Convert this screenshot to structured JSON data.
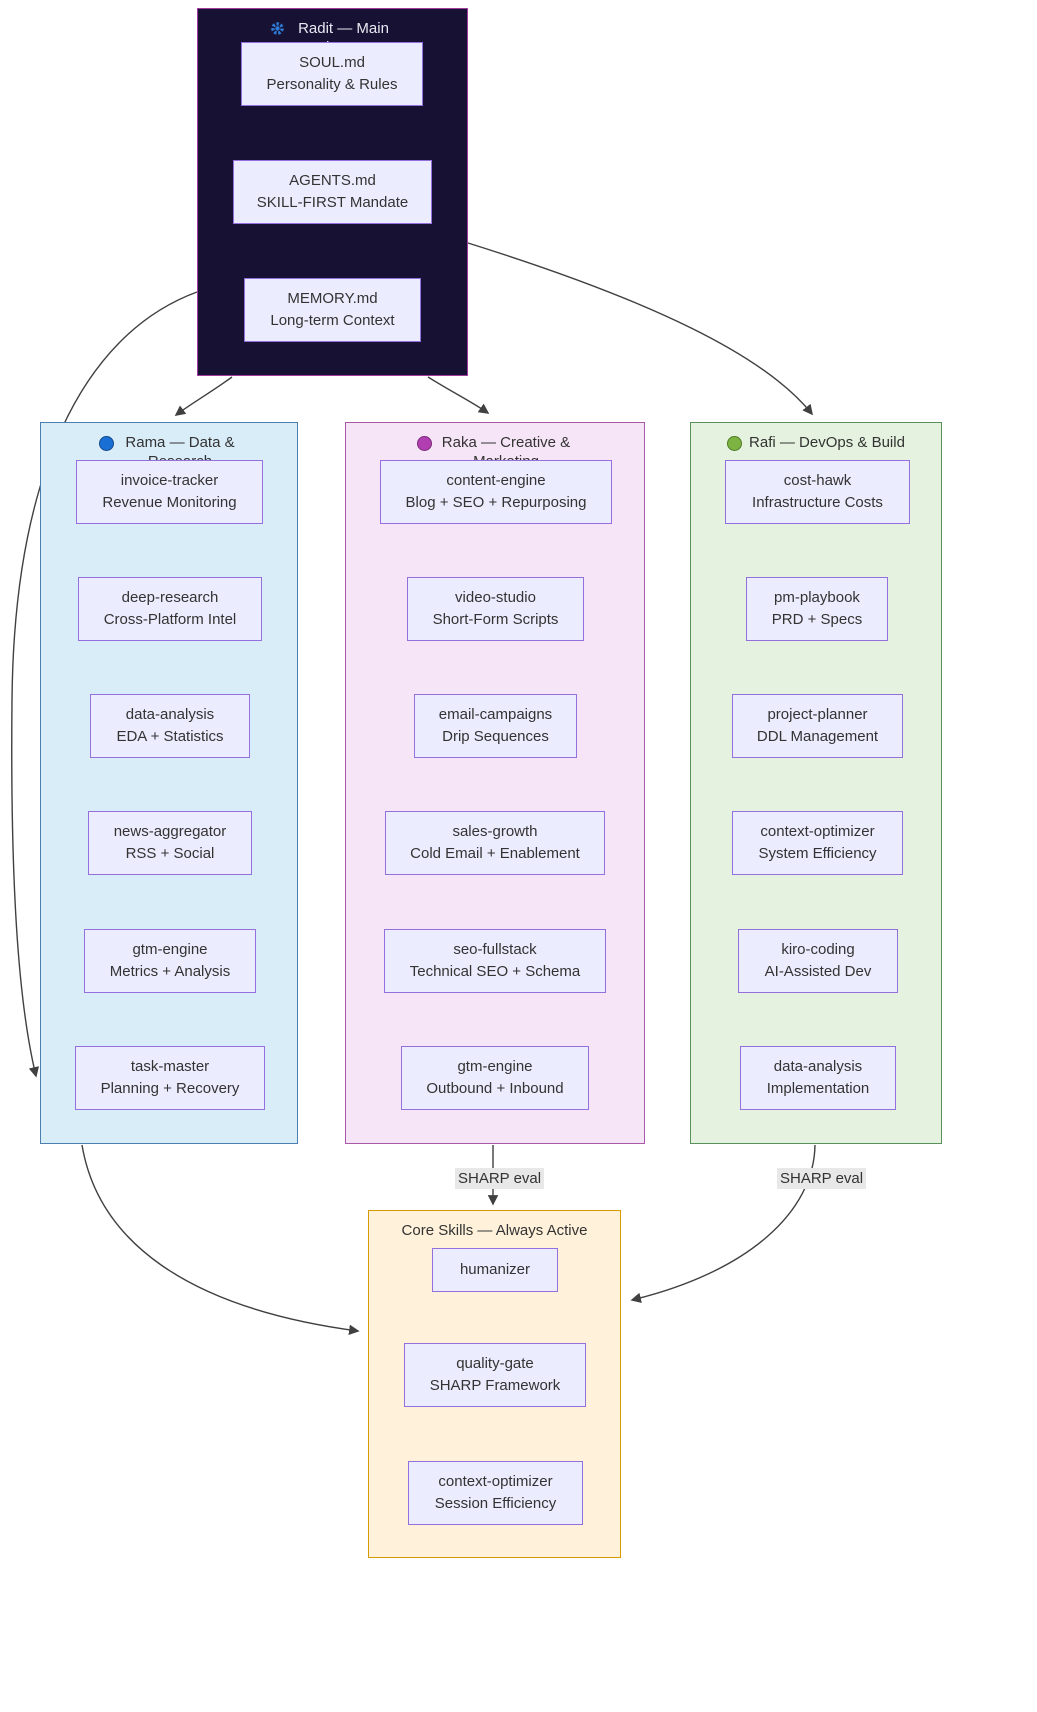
{
  "diagram": {
    "orchestrator": {
      "title": "Radit — Main Orchestrator",
      "icon": "blue-gear",
      "nodes": [
        {
          "name": "SOUL.md",
          "desc": "Personality & Rules"
        },
        {
          "name": "AGENTS.md",
          "desc": "SKILL-FIRST Mandate"
        },
        {
          "name": "MEMORY.md",
          "desc": "Long-term Context"
        }
      ]
    },
    "columns": [
      {
        "title": "Rama — Data & Research",
        "icon": "blue-circle",
        "accent": "#1a6fd4",
        "nodes": [
          {
            "name": "invoice-tracker",
            "desc": "Revenue Monitoring"
          },
          {
            "name": "deep-research",
            "desc": "Cross-Platform Intel"
          },
          {
            "name": "data-analysis",
            "desc": "EDA + Statistics"
          },
          {
            "name": "news-aggregator",
            "desc": "RSS + Social"
          },
          {
            "name": "gtm-engine",
            "desc": "Metrics + Analysis"
          },
          {
            "name": "task-master",
            "desc": "Planning + Recovery"
          }
        ]
      },
      {
        "title": "Raka — Creative & Marketing",
        "icon": "purple-circle",
        "accent": "#b13fb1",
        "nodes": [
          {
            "name": "content-engine",
            "desc": "Blog + SEO + Repurposing"
          },
          {
            "name": "video-studio",
            "desc": "Short-Form Scripts"
          },
          {
            "name": "email-campaigns",
            "desc": "Drip Sequences"
          },
          {
            "name": "sales-growth",
            "desc": "Cold Email + Enablement"
          },
          {
            "name": "seo-fullstack",
            "desc": "Technical SEO + Schema"
          },
          {
            "name": "gtm-engine",
            "desc": "Outbound + Inbound"
          }
        ]
      },
      {
        "title": "Rafi — DevOps & Build",
        "icon": "green-circle",
        "accent": "#7cb342",
        "nodes": [
          {
            "name": "cost-hawk",
            "desc": "Infrastructure Costs"
          },
          {
            "name": "pm-playbook",
            "desc": "PRD + Specs"
          },
          {
            "name": "project-planner",
            "desc": "DDL Management"
          },
          {
            "name": "context-optimizer",
            "desc": "System Efficiency"
          },
          {
            "name": "kiro-coding",
            "desc": "AI-Assisted Dev"
          },
          {
            "name": "data-analysis",
            "desc": "Implementation"
          }
        ]
      }
    ],
    "core": {
      "title": "Core Skills — Always Active",
      "nodes": [
        {
          "name": "humanizer",
          "desc": ""
        },
        {
          "name": "quality-gate",
          "desc": "SHARP Framework"
        },
        {
          "name": "context-optimizer",
          "desc": "Session Efficiency"
        }
      ]
    },
    "edges": {
      "raka_core_label": "SHARP eval",
      "rafi_core_label": "SHARP eval"
    }
  },
  "colors": {
    "node_fill": "#ECECFF",
    "node_border": "#9370DB",
    "orchestrator_fill": "#171233",
    "orchestrator_border": "#a23aa0",
    "rama_fill": "#d9edf8",
    "raka_fill": "#f6e5f6",
    "rafi_fill": "#e4f2df",
    "core_fill": "#fff1da",
    "edge": "#404040"
  }
}
